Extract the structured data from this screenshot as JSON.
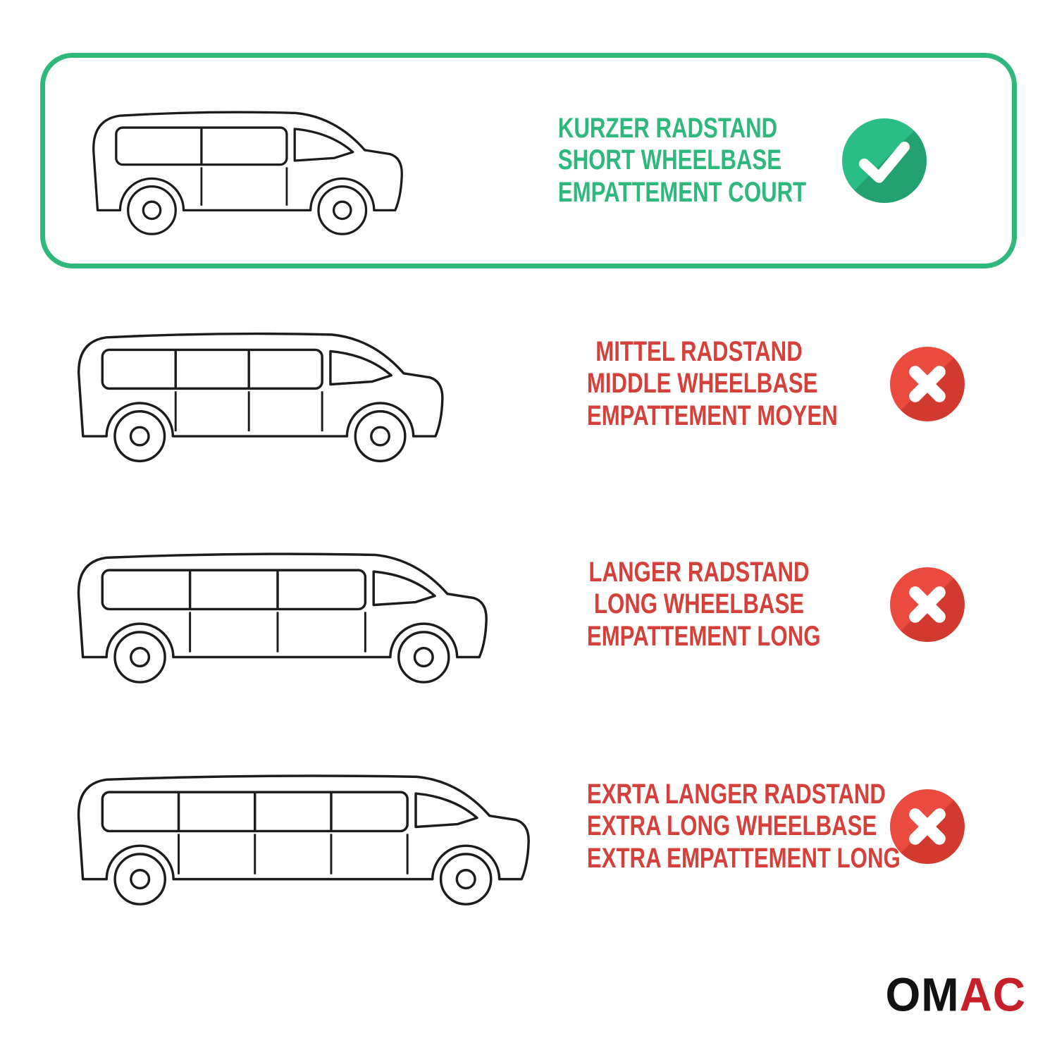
{
  "page": {
    "background": "#ffffff"
  },
  "colors": {
    "green": "#2eb87c",
    "badge-green": "#2bbd86",
    "badge-green-dark": "#23a171",
    "red-text": "#d6403a",
    "badge-red": "#ea4b3e",
    "badge-red-dark": "#d23a30",
    "ink": "#1c1c1c",
    "logo-black": "#121212",
    "logo-red": "#c8202b"
  },
  "rows": [
    {
      "name": "short-wheelbase",
      "status": "selected",
      "badge": "check",
      "lines": [
        "KURZER RADSTAND",
        "SHORT WHEELBASE",
        "EMPATTEMENT COURT"
      ]
    },
    {
      "name": "middle-wheelbase",
      "status": "not-compatible",
      "badge": "cross",
      "lines": [
        "MITTEL RADSTAND",
        "MIDDLE WHEELBASE",
        "EMPATTEMENT MOYEN"
      ]
    },
    {
      "name": "long-wheelbase",
      "status": "not-compatible",
      "badge": "cross",
      "lines": [
        "LANGER RADSTAND",
        "LONG WHEELBASE",
        "EMPATTEMENT LONG"
      ]
    },
    {
      "name": "extra-long-wheelbase",
      "status": "not-compatible",
      "badge": "cross",
      "lines": [
        "EXRTA LANGER RADSTAND",
        "EXTRA LONG WHEELBASE",
        "EXTRA EMPATTEMENT LONG"
      ]
    }
  ],
  "logo": {
    "text_black": "OM",
    "text_red": "AC"
  }
}
